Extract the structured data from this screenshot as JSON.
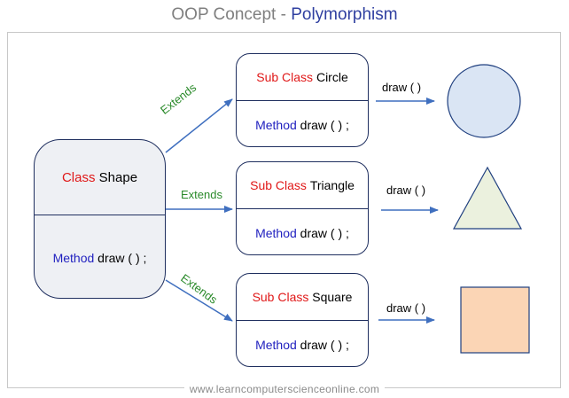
{
  "title": {
    "prefix": "OOP Concept - ",
    "highlight": "Polymorphism"
  },
  "base_class": {
    "keyword": "Class",
    "name": "Shape",
    "method_keyword": "Method",
    "method": "draw ( ) ;"
  },
  "subclasses": [
    {
      "keyword": "Sub Class",
      "name": "Circle",
      "method_keyword": "Method",
      "method": "draw ( ) ;",
      "call": "draw ( )"
    },
    {
      "keyword": "Sub Class",
      "name": "Triangle",
      "method_keyword": "Method",
      "method": "draw ( ) ;",
      "call": "draw ( )"
    },
    {
      "keyword": "Sub Class",
      "name": "Square",
      "method_keyword": "Method",
      "method": "draw ( ) ;",
      "call": "draw ( )"
    }
  ],
  "edge_label": "Extends",
  "colors": {
    "circle_fill": "#dae5f4",
    "circle_stroke": "#1f3f7f",
    "triangle_fill": "#ebf1de",
    "triangle_stroke": "#1f3f7f",
    "square_fill": "#fbd5b5",
    "square_stroke": "#1f3f7f",
    "arrow": "#3f6fbf"
  },
  "footer": "www.learncomputerscienceonline.com"
}
